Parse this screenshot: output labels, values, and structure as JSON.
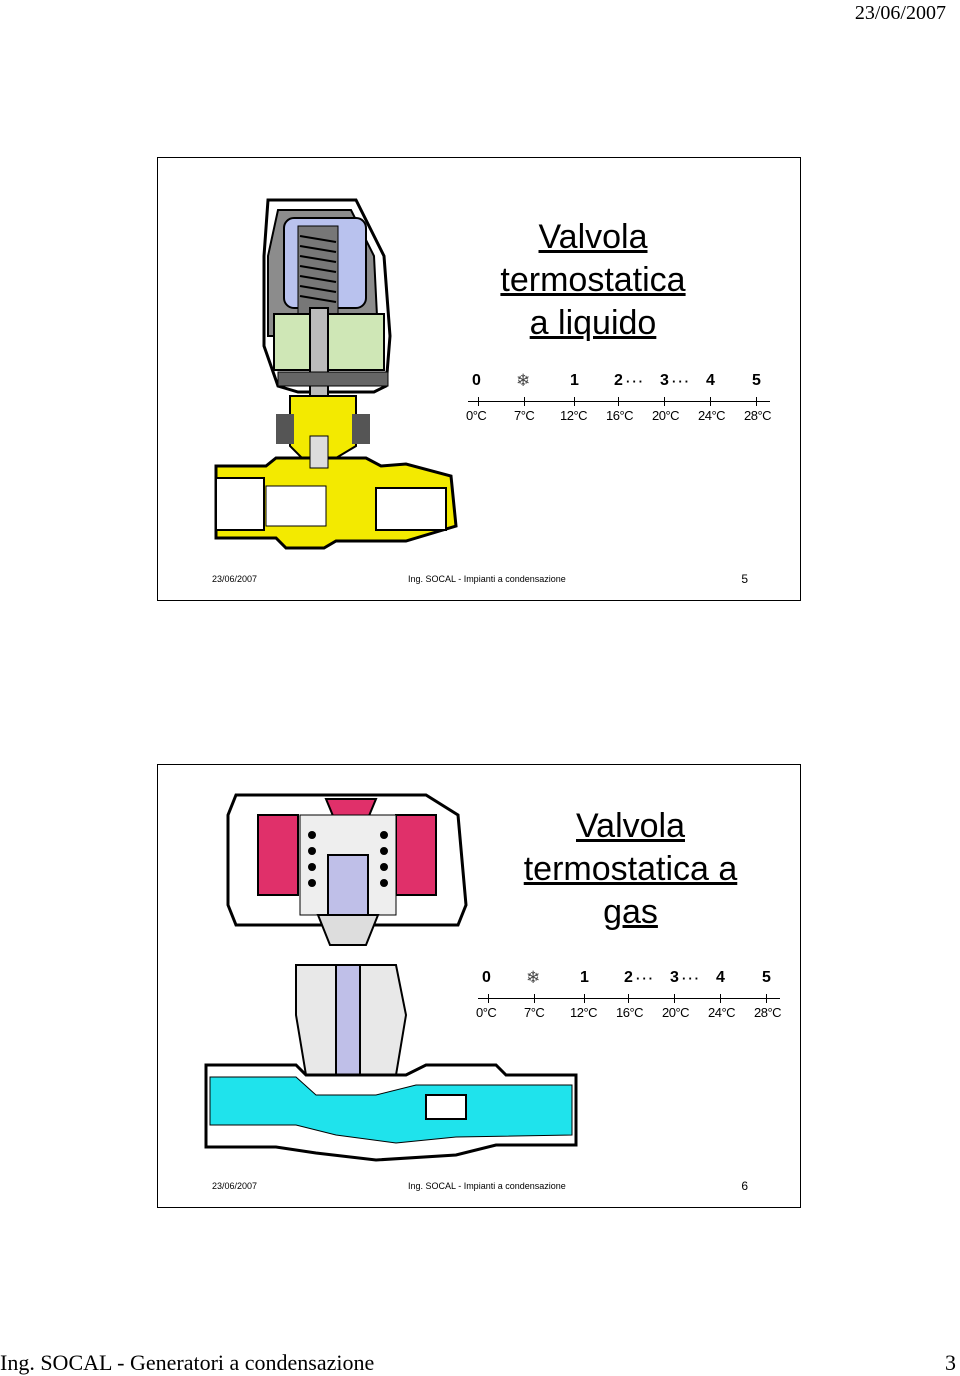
{
  "page": {
    "date": "23/06/2007",
    "footer_text": "Ing. SOCAL - Generatori a condensazione",
    "page_number": "3"
  },
  "slides": [
    {
      "title_lines": [
        "Valvola",
        "termostatica",
        "a liquido"
      ],
      "scale_numbers": [
        "0",
        "1",
        "2",
        "3",
        "4",
        "5"
      ],
      "scale_temps": [
        "0°C",
        "7°C",
        "12°C",
        "16°C",
        "20°C",
        "24°C",
        "28°C"
      ],
      "footer_date": "23/06/2007",
      "footer_text": "Ing. SOCAL - Impianti a condensazione",
      "slide_number": "5"
    },
    {
      "title_lines": [
        "Valvola",
        "termostatica a",
        "gas"
      ],
      "scale_numbers": [
        "0",
        "1",
        "2",
        "3",
        "4",
        "5"
      ],
      "scale_temps": [
        "0°C",
        "7°C",
        "12°C",
        "16°C",
        "20°C",
        "24°C",
        "28°C"
      ],
      "footer_date": "23/06/2007",
      "footer_text": "Ing. SOCAL - Impianti a condensazione",
      "slide_number": "6"
    }
  ],
  "colors": {
    "brass": "#f3ea00",
    "head_gray": "#8c8c8c",
    "liquid_blue": "#b9c2ee",
    "gas_pink": "#e0306a",
    "water_cyan": "#1fe3ec"
  },
  "icons": [
    "snowflake-icon"
  ]
}
